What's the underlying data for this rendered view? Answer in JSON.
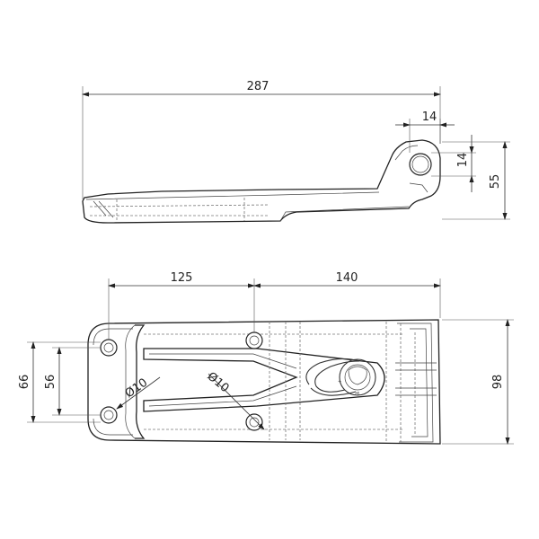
{
  "drawing": {
    "side_view": {
      "overall_length": "287",
      "hole_size": "14",
      "hole_offset": "14",
      "height": "55"
    },
    "plan_view": {
      "hole_spacing_left": "125",
      "hole_spacing_right": "140",
      "outer_hole_spacing": "66",
      "inner_hole_spacing": "56",
      "width": "98",
      "hole_diameter_left": "Ø10",
      "hole_diameter_right": "Ø10"
    }
  }
}
